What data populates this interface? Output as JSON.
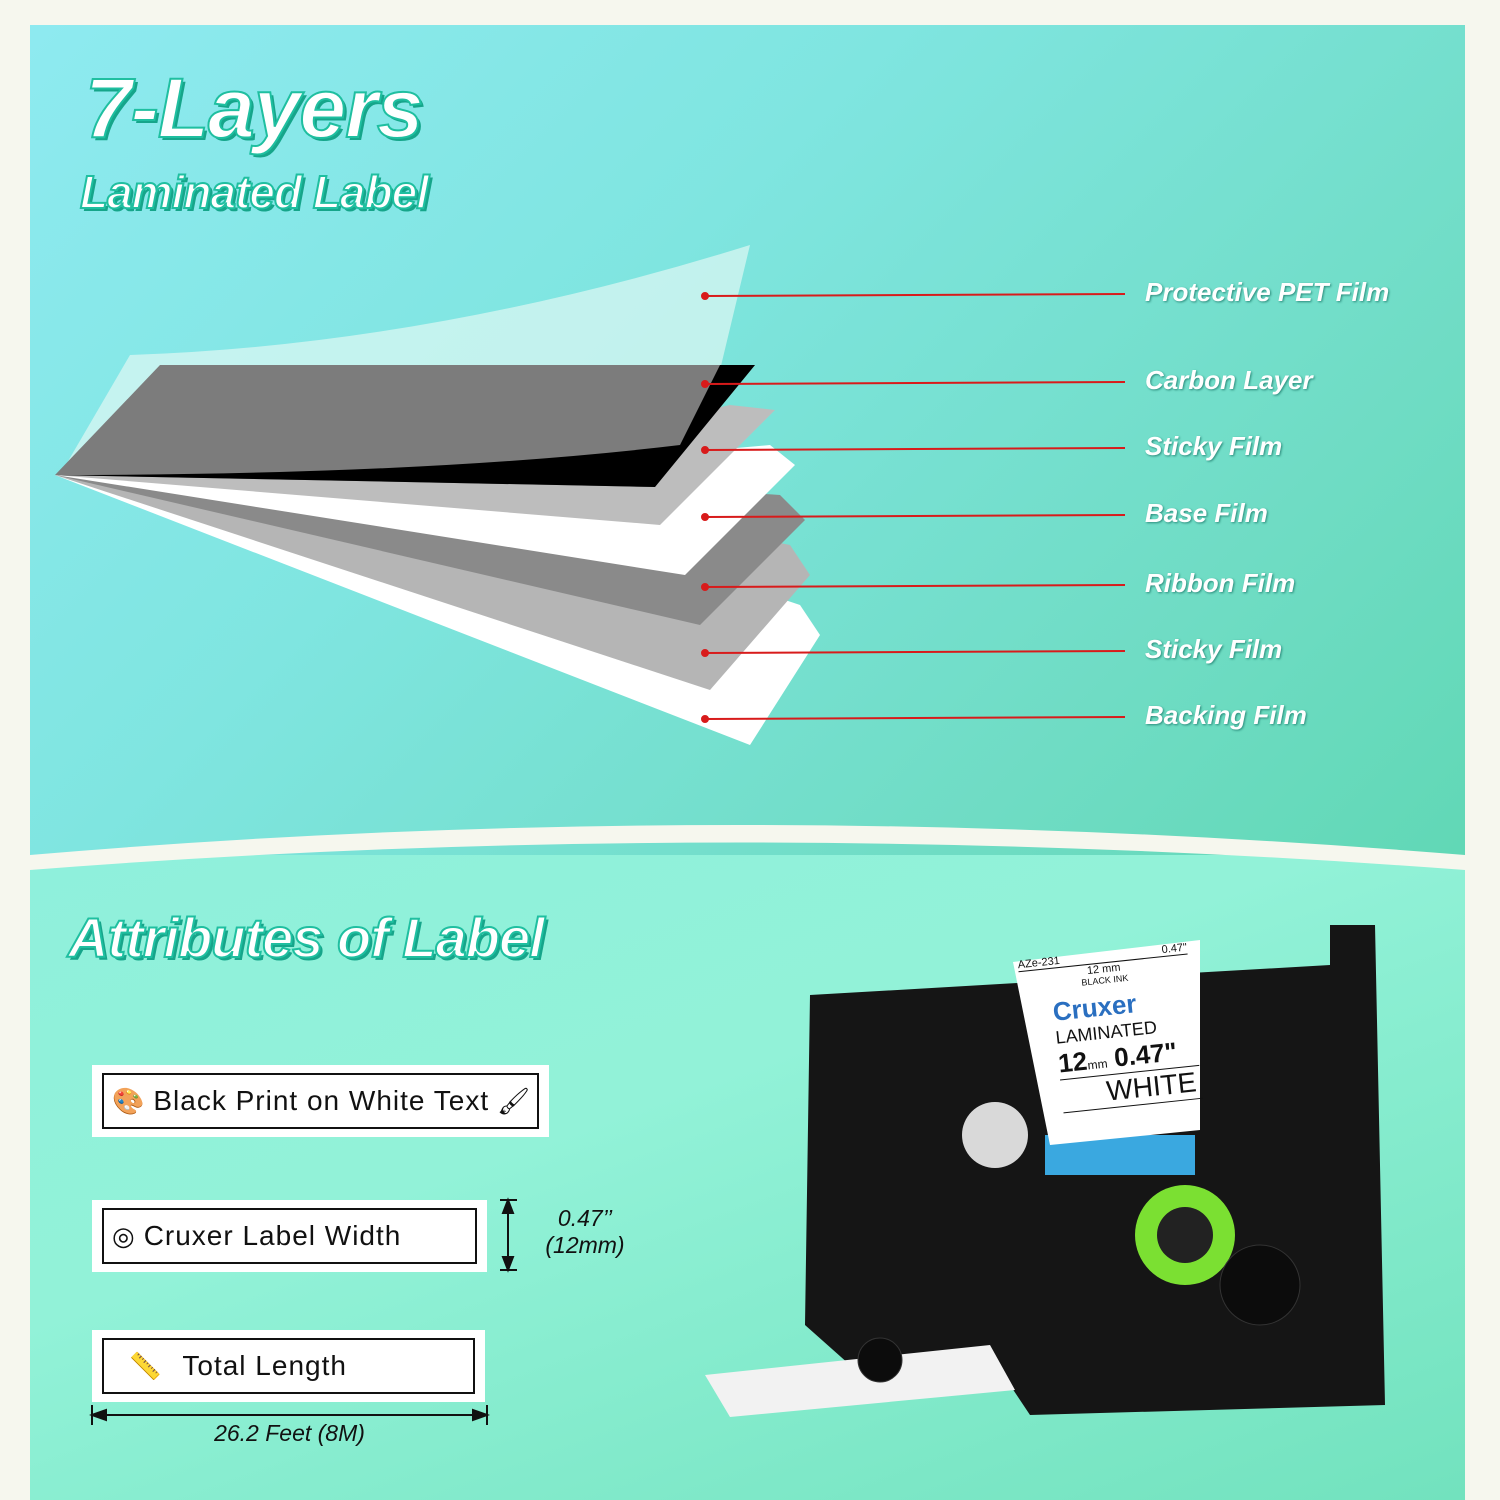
{
  "header": {
    "title": "7-Layers",
    "subtitle": "Laminated Label"
  },
  "layers": [
    "Protective PET Film",
    "Carbon Layer",
    "Sticky Film",
    "Base Film",
    "Ribbon Film",
    "Sticky Film",
    "Backing Film"
  ],
  "attributes": {
    "title": "Attributes of Label",
    "items": [
      {
        "label": "Black Print on White Text",
        "icon": "palette-icon"
      },
      {
        "label": "Cruxer Label Width",
        "icon": "tape-roll-icon"
      },
      {
        "label": "Total Length",
        "icon": "tape-measure-icon"
      }
    ],
    "width_value": "0.47’’",
    "width_metric": "(12mm)",
    "length_value": "26.2 Feet (8M)"
  },
  "cartridge": {
    "top_code": "AZe-231",
    "top_size": "12 mm",
    "top_inch": "0.47\"",
    "top_ink": "BLACK INK",
    "brand": "Cruxer",
    "type": "LAMINATED",
    "size_mm": "12",
    "unit": "mm",
    "size_in": "0.47\"",
    "color": "WHITE"
  },
  "colors": {
    "leader": "#d81b1b",
    "brand": "#2a6fc0",
    "title_stroke": "#1fbfa0"
  }
}
